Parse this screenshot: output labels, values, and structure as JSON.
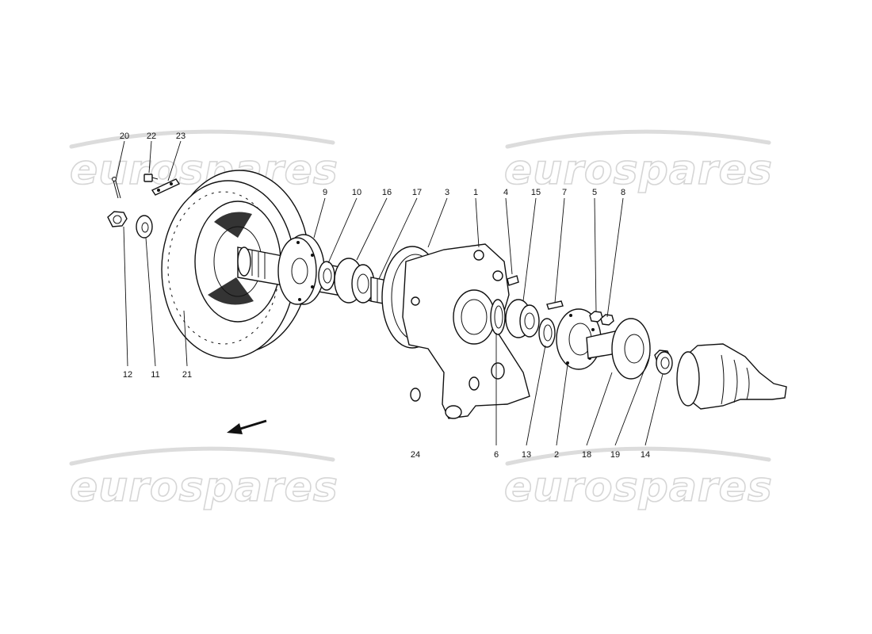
{
  "watermark": {
    "text": "eurospares"
  },
  "callouts": [
    {
      "id": "20",
      "label": "20"
    },
    {
      "id": "22",
      "label": "22"
    },
    {
      "id": "23",
      "label": "23"
    },
    {
      "id": "9",
      "label": "9"
    },
    {
      "id": "10",
      "label": "10"
    },
    {
      "id": "16",
      "label": "16"
    },
    {
      "id": "17",
      "label": "17"
    },
    {
      "id": "3",
      "label": "3"
    },
    {
      "id": "1",
      "label": "1"
    },
    {
      "id": "4",
      "label": "4"
    },
    {
      "id": "15",
      "label": "15"
    },
    {
      "id": "7",
      "label": "7"
    },
    {
      "id": "5",
      "label": "5"
    },
    {
      "id": "8",
      "label": "8"
    },
    {
      "id": "12",
      "label": "12"
    },
    {
      "id": "11",
      "label": "11"
    },
    {
      "id": "21",
      "label": "21"
    },
    {
      "id": "24",
      "label": "24"
    },
    {
      "id": "6",
      "label": "6"
    },
    {
      "id": "13",
      "label": "13"
    },
    {
      "id": "2",
      "label": "2"
    },
    {
      "id": "18",
      "label": "18"
    },
    {
      "id": "19",
      "label": "19"
    },
    {
      "id": "14",
      "label": "14"
    }
  ]
}
